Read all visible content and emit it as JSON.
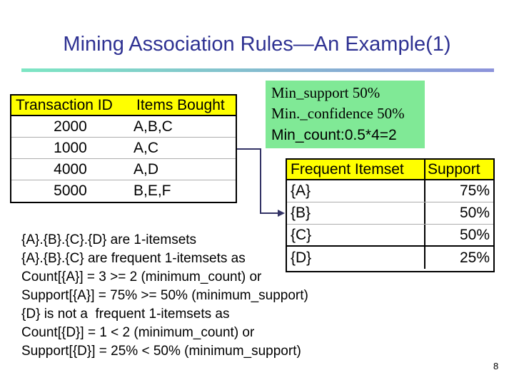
{
  "slide": {
    "title": "Mining Association Rules—An Example(1)",
    "page_number": "8"
  },
  "colors": {
    "title_navy": "#2E3192",
    "table_header_yellow": "#FFFF00",
    "min_box_green": "#80E996",
    "connector_navy": "#333366",
    "rule_gradient_start": "#7DE6C3",
    "rule_gradient_end": "#8C93DB"
  },
  "transactions_table": {
    "headers": [
      "Transaction ID",
      "Items Bought"
    ],
    "rows": [
      {
        "id": "2000",
        "items": "A,B,C"
      },
      {
        "id": "1000",
        "items": "A,C"
      },
      {
        "id": "4000",
        "items": "A,D"
      },
      {
        "id": "5000",
        "items": "B,E,F"
      }
    ]
  },
  "min_box": {
    "lines": [
      "Min_support 50%",
      "Min._confidence 50%",
      "Min_count:0.5*4=2"
    ]
  },
  "frequent_table": {
    "headers": [
      "Frequent Itemset",
      "Support"
    ],
    "rows": [
      {
        "itemset": "{A}",
        "support": "75%"
      },
      {
        "itemset": "{B}",
        "support": "50%"
      },
      {
        "itemset": "{C}",
        "support": "50%"
      },
      {
        "itemset": "{D}",
        "support": "25%"
      }
    ]
  },
  "body_text": {
    "lines": [
      "{A}.{B}.{C}.{D} are 1-itemsets",
      "{A}.{B}.{C} are frequent 1-itemsets as",
      "Count[{A}] = 3 >= 2 (minimum_count) or",
      "Support[{A}] = 75% >= 50% (minimum_support)",
      "{D} is not a  frequent 1-itemsets as",
      "Count[{D}] = 1 < 2 (minimum_count) or",
      "Support[{D}] = 25% < 50% (minimum_support)"
    ]
  }
}
